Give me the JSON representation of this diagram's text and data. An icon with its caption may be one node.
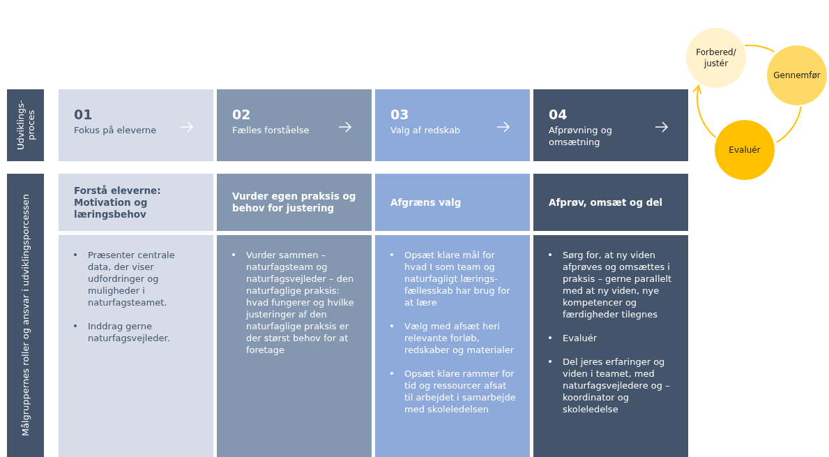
{
  "diagram": {
    "nodes": [
      {
        "text": [
          "Udviklings- proces"
        ]
      },
      {
        "text": [
          "Målgruppernes roller og ansvar i udviklingsporcessen"
        ]
      },
      {
        "text": [
          "01",
          "Fokus på eleverne"
        ]
      },
      {
        "text": [
          "02",
          "Fælles forståelse"
        ]
      },
      {
        "text": [
          "03",
          "Valg af redskab"
        ]
      },
      {
        "text": [
          "04",
          "Afprøvning og omsætning"
        ]
      },
      {
        "text": [
          "Forstå eleverne: Motivation og læringsbehov"
        ]
      },
      {
        "text": [
          "Vurder egen praksis og behov for justering"
        ]
      },
      {
        "text": [
          "Afgræns valg"
        ]
      },
      {
        "text": [
          "Afprøv, omsæt og del"
        ]
      },
      {
        "text": [
          "Præsenter centrale data, der viser udfordringer og muligheder i naturfagsteamet.",
          "Inddrag gerne naturfagsvejleder."
        ]
      },
      {
        "text": [
          "Vurder sammen – naturfagsteam og naturfagsvejleder – den naturfaglige praksis: hvad fungerer og hvilke justeringer af den naturfaglige praksis er der størst behov for at foretage"
        ]
      },
      {
        "text": [
          "Opsæt klare mål for hvad I som team og naturfagligt lærings-fællesskab har brug for at lære",
          "Vælg med afsæt heri relevante forløb, redskaber og materialer",
          "Opsæt klare rammer for tid og ressourcer afsat til arbejdet i samarbejde med skoleledelsen"
        ]
      },
      {
        "text": [
          "Sørg for, at ny viden afprøves og omsættes i praksis – gerne parallelt med at ny viden, nye kompetencer og færdigheder tilegnes",
          "Evaluér",
          "Del jeres erfaringer og viden i teamet, med naturfagsvejledere og –koordinator og skoleledelse"
        ]
      },
      {
        "text": [
          "Forbered/ justér"
        ]
      },
      {
        "text": [
          "Gennemfør"
        ]
      },
      {
        "text": [
          "Evaluér"
        ]
      }
    ],
    "edges": [
      {
        "from": 14,
        "to": 15,
        "arrow": "none"
      },
      {
        "from": 15,
        "to": 16,
        "arrow": "none"
      },
      {
        "from": 16,
        "to": 14,
        "arrow": "to"
      }
    ]
  }
}
